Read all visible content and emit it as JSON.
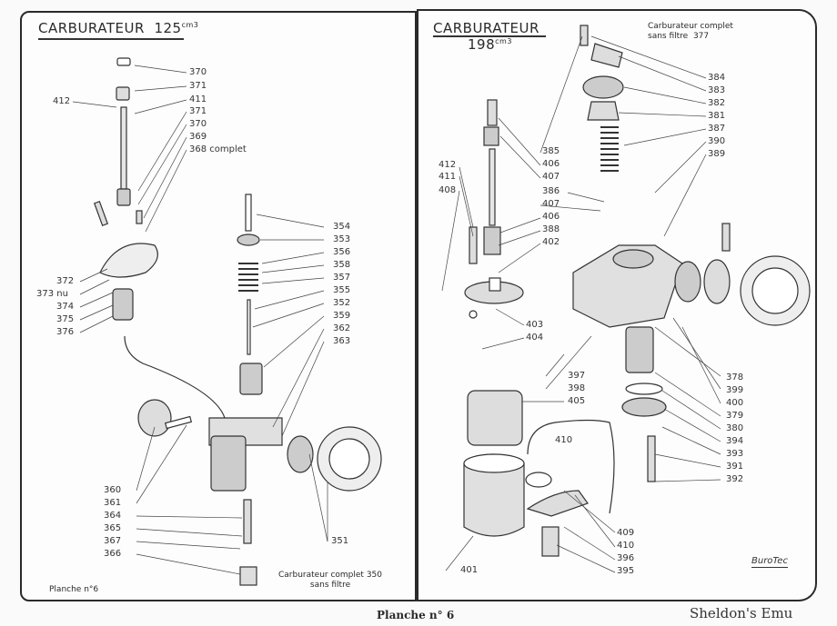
{
  "left": {
    "title": "CARBURATEUR",
    "title_size": "125",
    "title_unit": "cm3",
    "plate": "Planche n°6",
    "caption_line1": "Carburateur complet 350",
    "caption_line2": "sans filtre",
    "labels_right": [
      "370",
      "371",
      "411",
      "371",
      "370",
      "369",
      "368 complet"
    ],
    "labels_needle": [
      "354",
      "353",
      "356",
      "358",
      "357",
      "355",
      "352",
      "359",
      "362",
      "363"
    ],
    "labels_left_top": [
      "412"
    ],
    "labels_left_mid": [
      "372",
      "373 nu",
      "374",
      "375",
      "376"
    ],
    "labels_left_bottom": [
      "360",
      "361",
      "364",
      "365",
      "367",
      "366"
    ],
    "label_351": "351"
  },
  "right": {
    "title": "CARBURATEUR",
    "title_size": "198",
    "title_unit": "cm3",
    "complete_line1": "Carburateur complet",
    "complete_line2": "sans filtre",
    "complete_num": "377",
    "labels_top_right": [
      "384",
      "383",
      "382",
      "381",
      "387",
      "390",
      "389"
    ],
    "labels_center": [
      "385",
      "406",
      "407",
      "386",
      "407",
      "406",
      "388",
      "402"
    ],
    "labels_left": [
      "412",
      "411",
      "408"
    ],
    "labels_403": [
      "403",
      "404"
    ],
    "labels_397": [
      "397",
      "398",
      "405"
    ],
    "label_410_top": "410",
    "labels_bottom_right": [
      "378",
      "399",
      "400",
      "379",
      "380",
      "394",
      "393",
      "391",
      "392"
    ],
    "labels_bottom_center": [
      "409",
      "410",
      "396",
      "395"
    ],
    "label_401": "401",
    "logo": "BuroTec"
  },
  "footer": "Planche n° 6",
  "watermark": "Sheldon's Emu"
}
